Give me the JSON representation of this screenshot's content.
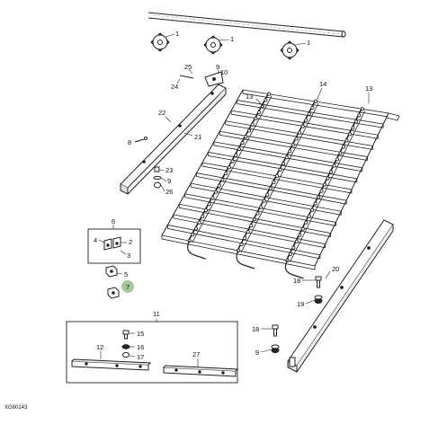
{
  "figure_id": "XG80143",
  "callouts": [
    {
      "label": "1"
    },
    {
      "label": "1"
    },
    {
      "label": "1"
    },
    {
      "label": "25"
    },
    {
      "label": "9"
    },
    {
      "label": "10"
    },
    {
      "label": "24"
    },
    {
      "label": "22"
    },
    {
      "label": "21"
    },
    {
      "label": "8"
    },
    {
      "label": "13"
    },
    {
      "label": "14"
    },
    {
      "label": "13"
    },
    {
      "label": "23"
    },
    {
      "label": "9"
    },
    {
      "label": "26"
    },
    {
      "label": "6"
    },
    {
      "label": "4"
    },
    {
      "label": "2"
    },
    {
      "label": "3"
    },
    {
      "label": "5"
    },
    {
      "label": "7"
    },
    {
      "label": "20"
    },
    {
      "label": "18"
    },
    {
      "label": "19"
    },
    {
      "label": "18"
    },
    {
      "label": "9"
    },
    {
      "label": "11"
    },
    {
      "label": "15"
    },
    {
      "label": "16"
    },
    {
      "label": "12"
    },
    {
      "label": "17"
    },
    {
      "label": "27"
    }
  ],
  "highlight_color": "#a8c89a",
  "line_color": "#222222"
}
